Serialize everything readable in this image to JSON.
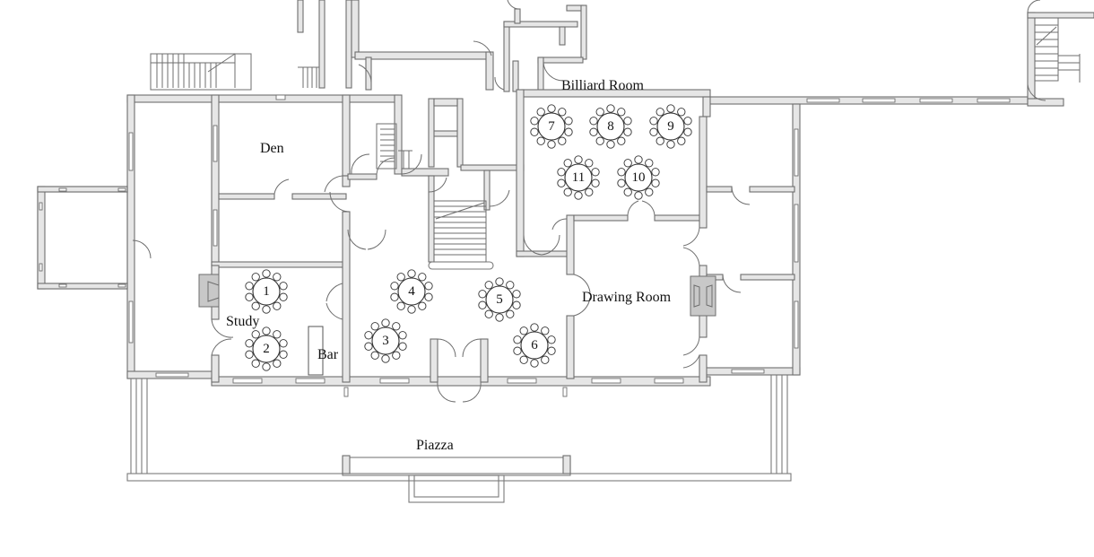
{
  "rooms": {
    "den": "Den",
    "billiard": "Billiard Room",
    "study": "Study",
    "bar": "Bar",
    "drawing": "Drawing Room",
    "piazza": "Piazza"
  },
  "tables": [
    "1",
    "2",
    "3",
    "4",
    "5",
    "6",
    "7",
    "8",
    "9",
    "10",
    "11"
  ],
  "colors": {
    "wall": "#e6e6e6",
    "line": "#6e6e6e",
    "table": "#333333"
  }
}
